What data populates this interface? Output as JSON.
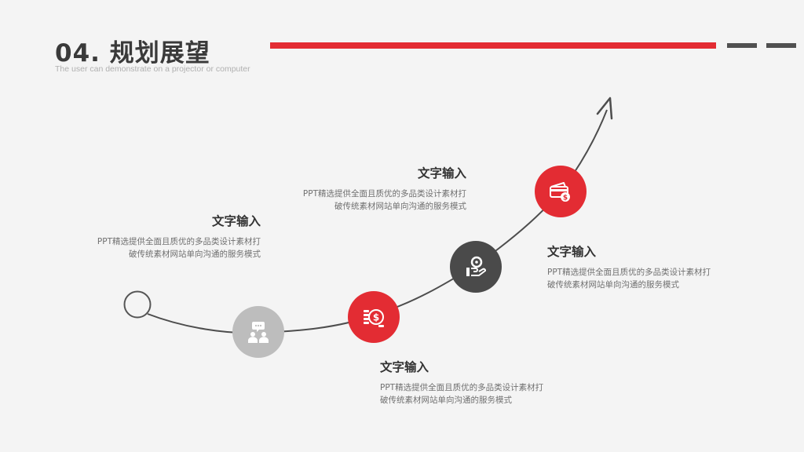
{
  "header": {
    "title": "04. 规划展望",
    "subtitle": "The user can demonstrate on a projector or computer",
    "accent_color": "#e32c33",
    "dash_color": "#505050"
  },
  "steps": [
    {
      "heading": "文字输入",
      "line1": "PPT精选提供全面且质优的多品类设计素材打",
      "line2": "破传统素材网站单向沟通的服务模式",
      "icon": "team-chat-icon",
      "color": "#bdbdbd"
    },
    {
      "heading": "文字输入",
      "line1": "PPT精选提供全面且质优的多品类设计素材打",
      "line2": "破传统素材网站单向沟通的服务模式",
      "icon": "coin-stack-dollar-icon",
      "color": "#e32c33"
    },
    {
      "heading": "文字输入",
      "line1": "PPT精选提供全面且质优的多品类设计素材打",
      "line2": "破传统素材网站单向沟通的服务模式",
      "icon": "hand-coin-icon",
      "color": "#4a4a4a"
    },
    {
      "heading": "文字输入",
      "line1": "PPT精选提供全面且质优的多品类设计素材打",
      "line2": "破传统素材网站单向沟通的服务模式",
      "icon": "card-dollar-icon",
      "color": "#e32c33"
    }
  ]
}
